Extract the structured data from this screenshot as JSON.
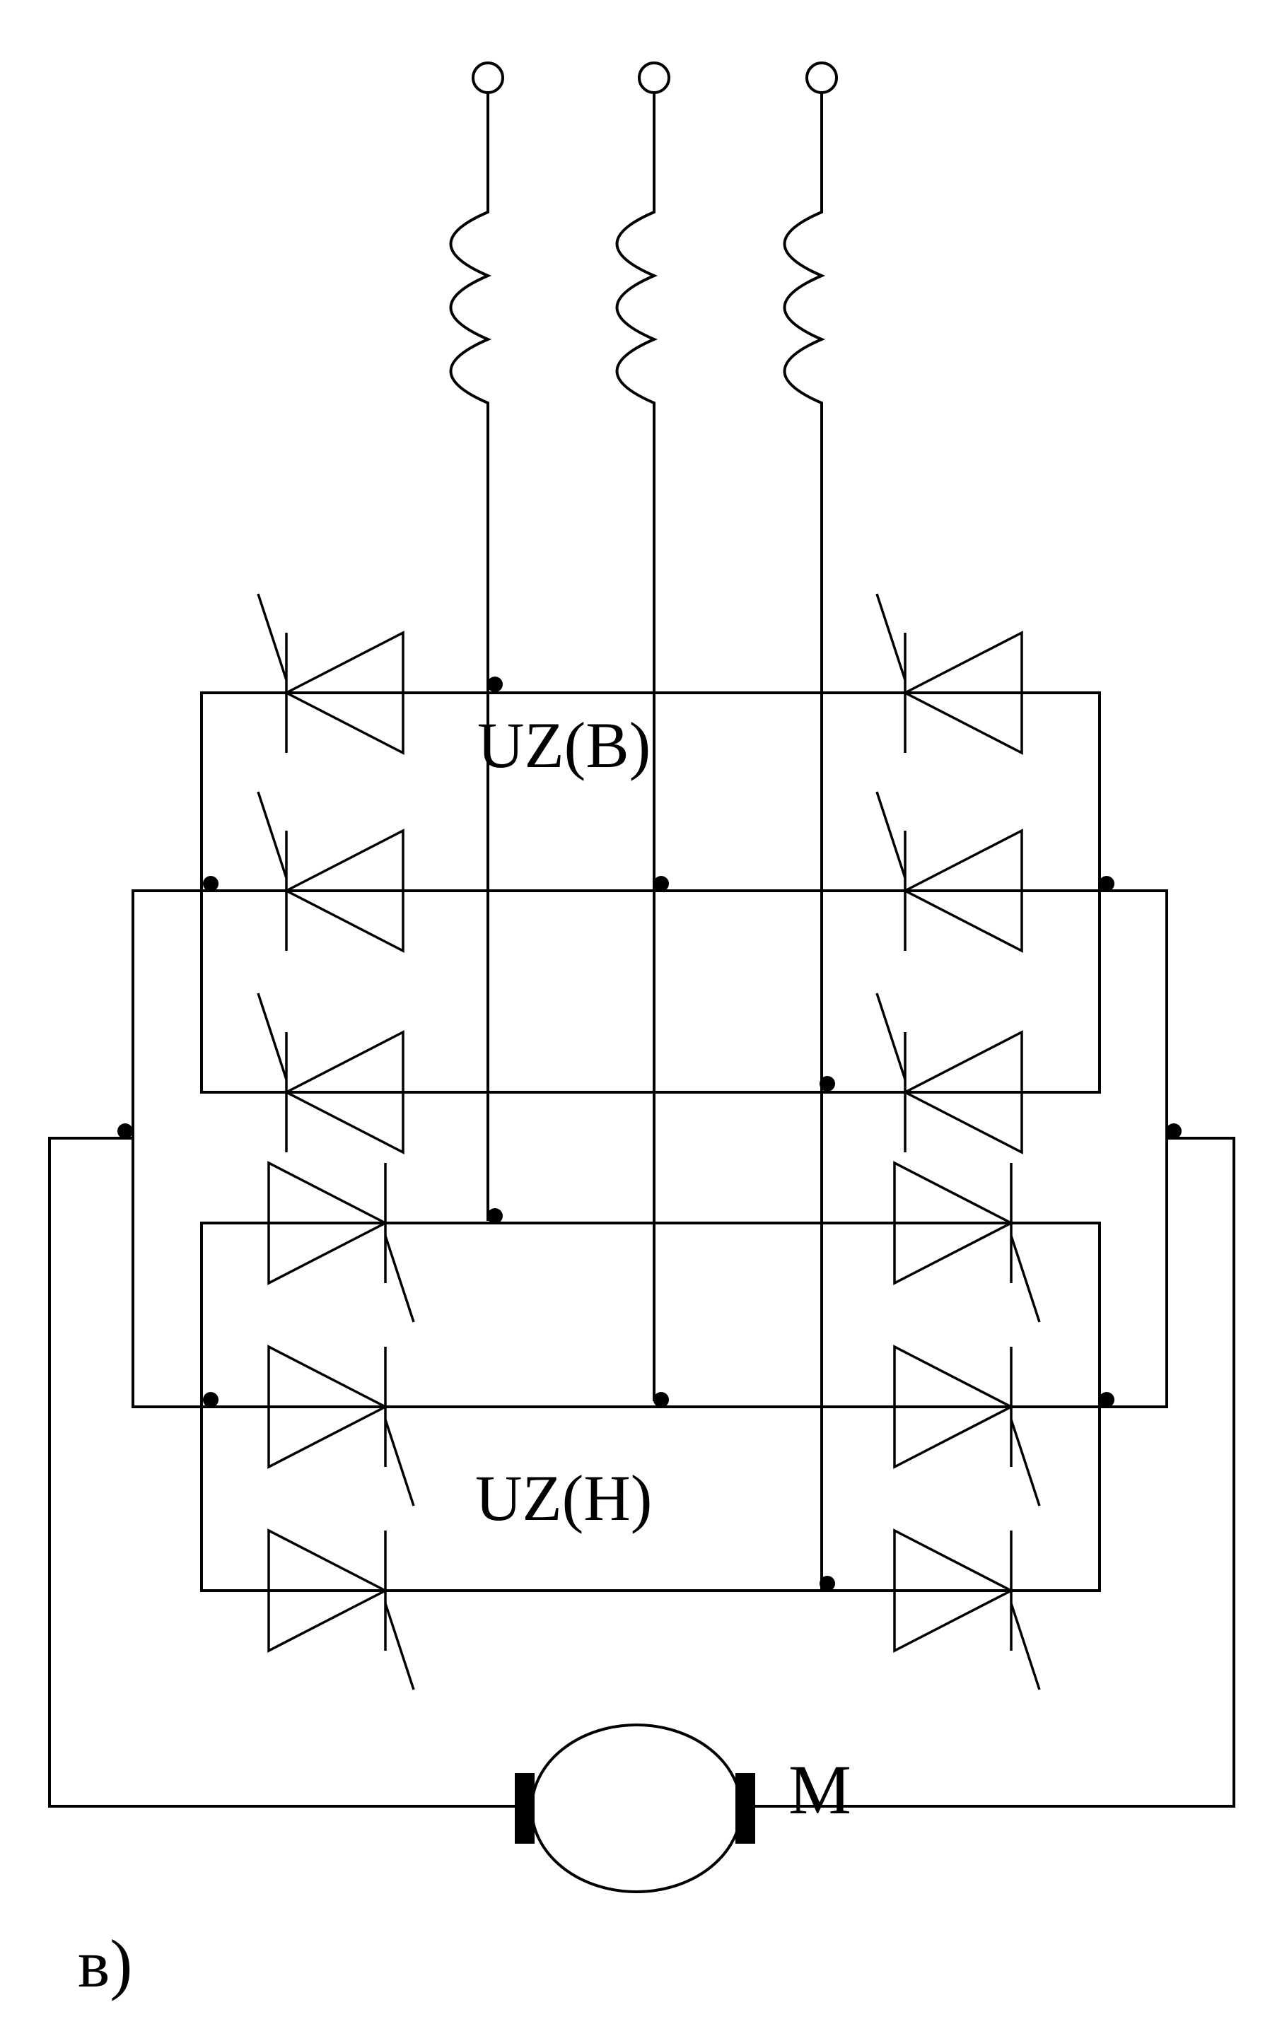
{
  "labels": {
    "upper_bridge": "UZ(B)",
    "lower_bridge": "UZ(H)",
    "motor": "M",
    "figure": "в)"
  },
  "colors": {
    "line": "#000000",
    "background": "#ffffff"
  },
  "components": {
    "supply_terminals": 3,
    "inductors": 3,
    "upper_bridge_thyristors": 6,
    "lower_bridge_thyristors": 6,
    "motor": 1
  }
}
